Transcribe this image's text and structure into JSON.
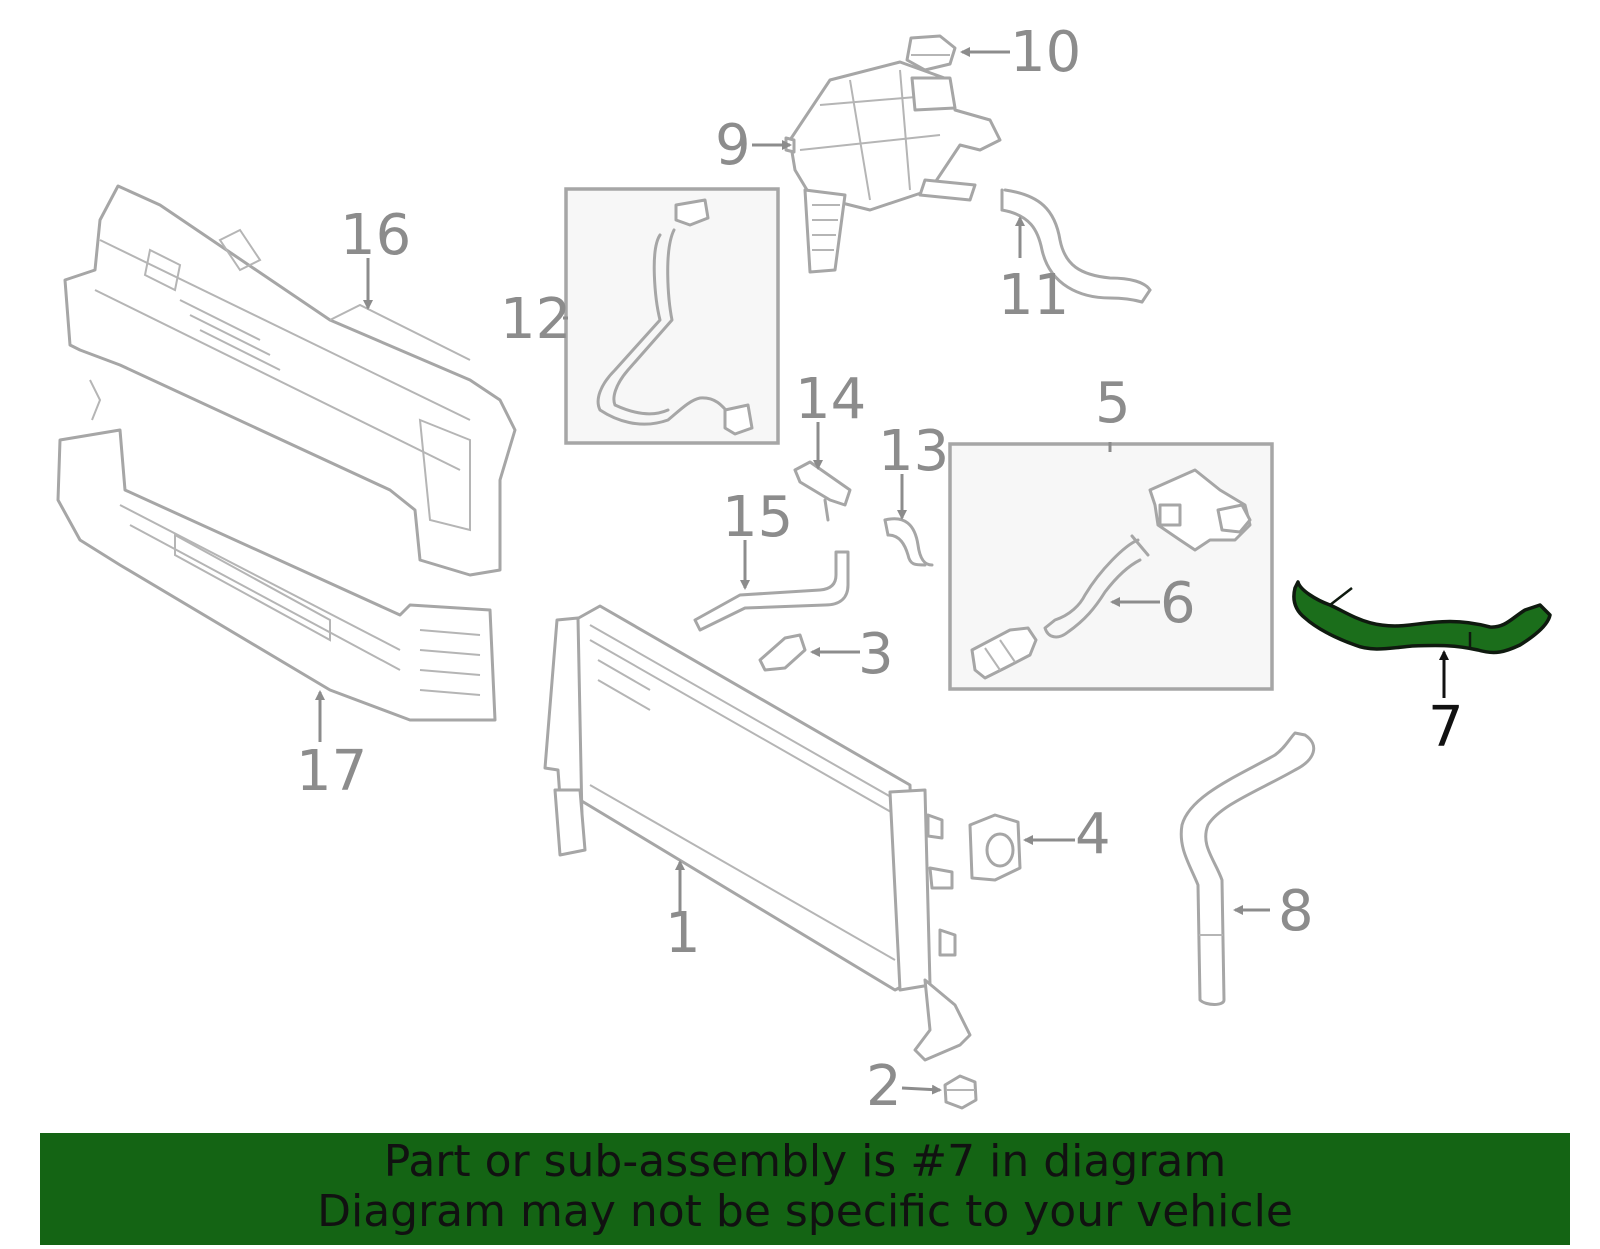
{
  "callouts": {
    "c1": "1",
    "c2": "2",
    "c3": "3",
    "c4": "4",
    "c5": "5",
    "c6": "6",
    "c7": "7",
    "c8": "8",
    "c9": "9",
    "c10": "10",
    "c11": "11",
    "c12": "12",
    "c13": "13",
    "c14": "14",
    "c15": "15",
    "c16": "16",
    "c17": "17"
  },
  "highlight": {
    "part": "7",
    "color": "#1b6e1b"
  },
  "banner": {
    "line1": "Part or sub-assembly is #7 in diagram",
    "line2": "Diagram may not be specific to your vehicle",
    "background": "#146414"
  }
}
